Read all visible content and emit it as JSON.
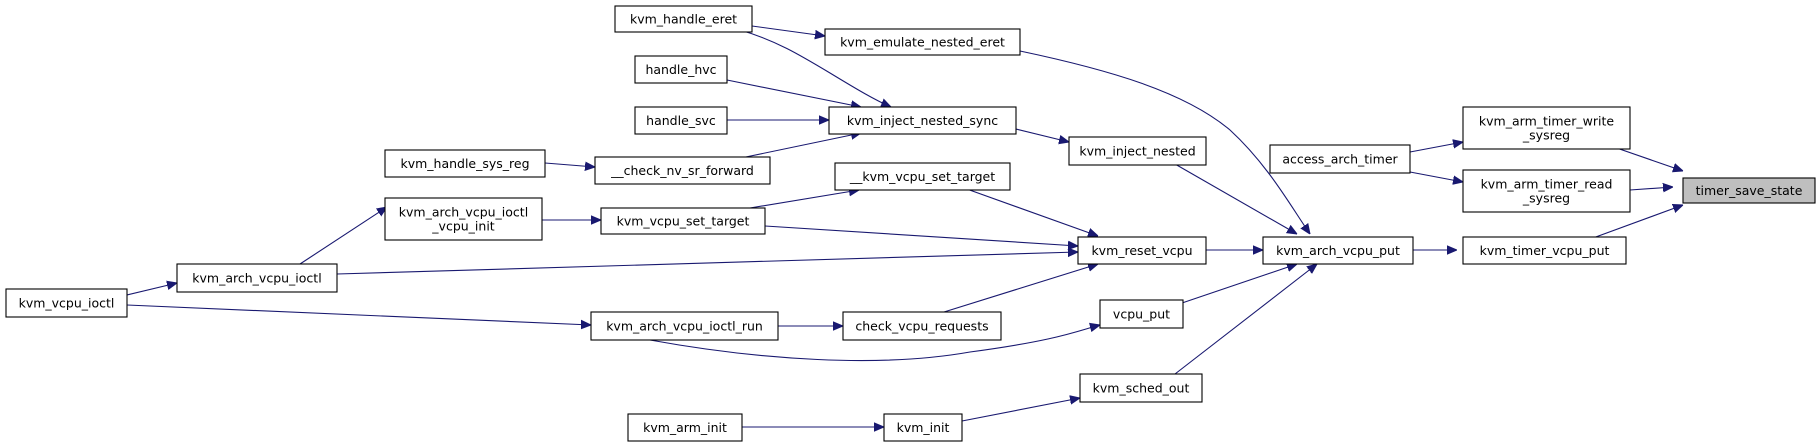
{
  "graph": {
    "target": "timer_save_state",
    "colors": {
      "edge": "#191970",
      "node_fill": "#ffffff",
      "target_fill": "#bfbfbf",
      "node_border": "#000000"
    },
    "nodes": [
      {
        "id": "timer_save_state",
        "lines": [
          "timer_save_state"
        ]
      },
      {
        "id": "kvm_arm_timer_write_sysreg",
        "lines": [
          "kvm_arm_timer_write",
          "_sysreg"
        ]
      },
      {
        "id": "kvm_arm_timer_read_sysreg",
        "lines": [
          "kvm_arm_timer_read",
          "_sysreg"
        ]
      },
      {
        "id": "kvm_timer_vcpu_put",
        "lines": [
          "kvm_timer_vcpu_put"
        ]
      },
      {
        "id": "access_arch_timer",
        "lines": [
          "access_arch_timer"
        ]
      },
      {
        "id": "kvm_arch_vcpu_put",
        "lines": [
          "kvm_arch_vcpu_put"
        ]
      },
      {
        "id": "kvm_emulate_nested_eret",
        "lines": [
          "kvm_emulate_nested_eret"
        ]
      },
      {
        "id": "kvm_inject_nested",
        "lines": [
          "kvm_inject_nested"
        ]
      },
      {
        "id": "kvm_reset_vcpu",
        "lines": [
          "kvm_reset_vcpu"
        ]
      },
      {
        "id": "vcpu_put",
        "lines": [
          "vcpu_put"
        ]
      },
      {
        "id": "kvm_sched_out",
        "lines": [
          "kvm_sched_out"
        ]
      },
      {
        "id": "kvm_handle_eret",
        "lines": [
          "kvm_handle_eret"
        ]
      },
      {
        "id": "kvm_inject_nested_sync",
        "lines": [
          "kvm_inject_nested_sync"
        ]
      },
      {
        "id": "handle_hvc",
        "lines": [
          "handle_hvc"
        ]
      },
      {
        "id": "handle_svc",
        "lines": [
          "handle_svc"
        ]
      },
      {
        "id": "__check_nv_sr_forward",
        "lines": [
          "__check_nv_sr_forward"
        ]
      },
      {
        "id": "kvm_handle_sys_reg",
        "lines": [
          "kvm_handle_sys_reg"
        ]
      },
      {
        "id": "__kvm_vcpu_set_target",
        "lines": [
          "__kvm_vcpu_set_target"
        ]
      },
      {
        "id": "kvm_vcpu_set_target",
        "lines": [
          "kvm_vcpu_set_target"
        ]
      },
      {
        "id": "kvm_arch_vcpu_ioctl_vcpu_init",
        "lines": [
          "kvm_arch_vcpu_ioctl",
          "_vcpu_init"
        ]
      },
      {
        "id": "kvm_arch_vcpu_ioctl",
        "lines": [
          "kvm_arch_vcpu_ioctl"
        ]
      },
      {
        "id": "kvm_vcpu_ioctl",
        "lines": [
          "kvm_vcpu_ioctl"
        ]
      },
      {
        "id": "check_vcpu_requests",
        "lines": [
          "check_vcpu_requests"
        ]
      },
      {
        "id": "kvm_arch_vcpu_ioctl_run",
        "lines": [
          "kvm_arch_vcpu_ioctl_run"
        ]
      },
      {
        "id": "kvm_init",
        "lines": [
          "kvm_init"
        ]
      },
      {
        "id": "kvm_arm_init",
        "lines": [
          "kvm_arm_init"
        ]
      }
    ],
    "edges": [
      {
        "from": "kvm_arm_timer_write_sysreg",
        "to": "timer_save_state"
      },
      {
        "from": "kvm_arm_timer_read_sysreg",
        "to": "timer_save_state"
      },
      {
        "from": "kvm_timer_vcpu_put",
        "to": "timer_save_state"
      },
      {
        "from": "access_arch_timer",
        "to": "kvm_arm_timer_write_sysreg"
      },
      {
        "from": "access_arch_timer",
        "to": "kvm_arm_timer_read_sysreg"
      },
      {
        "from": "kvm_arch_vcpu_put",
        "to": "kvm_timer_vcpu_put"
      },
      {
        "from": "kvm_emulate_nested_eret",
        "to": "kvm_arch_vcpu_put"
      },
      {
        "from": "kvm_inject_nested",
        "to": "kvm_arch_vcpu_put"
      },
      {
        "from": "kvm_reset_vcpu",
        "to": "kvm_arch_vcpu_put"
      },
      {
        "from": "vcpu_put",
        "to": "kvm_arch_vcpu_put"
      },
      {
        "from": "kvm_sched_out",
        "to": "kvm_arch_vcpu_put"
      },
      {
        "from": "kvm_handle_eret",
        "to": "kvm_emulate_nested_eret"
      },
      {
        "from": "kvm_inject_nested_sync",
        "to": "kvm_inject_nested"
      },
      {
        "from": "kvm_handle_eret",
        "to": "kvm_inject_nested_sync"
      },
      {
        "from": "handle_hvc",
        "to": "kvm_inject_nested_sync"
      },
      {
        "from": "handle_svc",
        "to": "kvm_inject_nested_sync"
      },
      {
        "from": "__check_nv_sr_forward",
        "to": "kvm_inject_nested_sync"
      },
      {
        "from": "kvm_handle_sys_reg",
        "to": "__check_nv_sr_forward"
      },
      {
        "from": "__kvm_vcpu_set_target",
        "to": "kvm_reset_vcpu"
      },
      {
        "from": "kvm_vcpu_set_target",
        "to": "__kvm_vcpu_set_target"
      },
      {
        "from": "kvm_vcpu_set_target",
        "to": "kvm_reset_vcpu"
      },
      {
        "from": "kvm_arch_vcpu_ioctl_vcpu_init",
        "to": "kvm_vcpu_set_target"
      },
      {
        "from": "kvm_arch_vcpu_ioctl",
        "to": "kvm_arch_vcpu_ioctl_vcpu_init"
      },
      {
        "from": "kvm_arch_vcpu_ioctl",
        "to": "kvm_reset_vcpu"
      },
      {
        "from": "kvm_vcpu_ioctl",
        "to": "kvm_arch_vcpu_ioctl"
      },
      {
        "from": "kvm_vcpu_ioctl",
        "to": "kvm_arch_vcpu_ioctl_run"
      },
      {
        "from": "check_vcpu_requests",
        "to": "kvm_reset_vcpu"
      },
      {
        "from": "kvm_arch_vcpu_ioctl_run",
        "to": "check_vcpu_requests"
      },
      {
        "from": "kvm_arch_vcpu_ioctl_run",
        "to": "vcpu_put"
      },
      {
        "from": "kvm_init",
        "to": "kvm_sched_out"
      },
      {
        "from": "kvm_arm_init",
        "to": "kvm_init"
      }
    ]
  }
}
